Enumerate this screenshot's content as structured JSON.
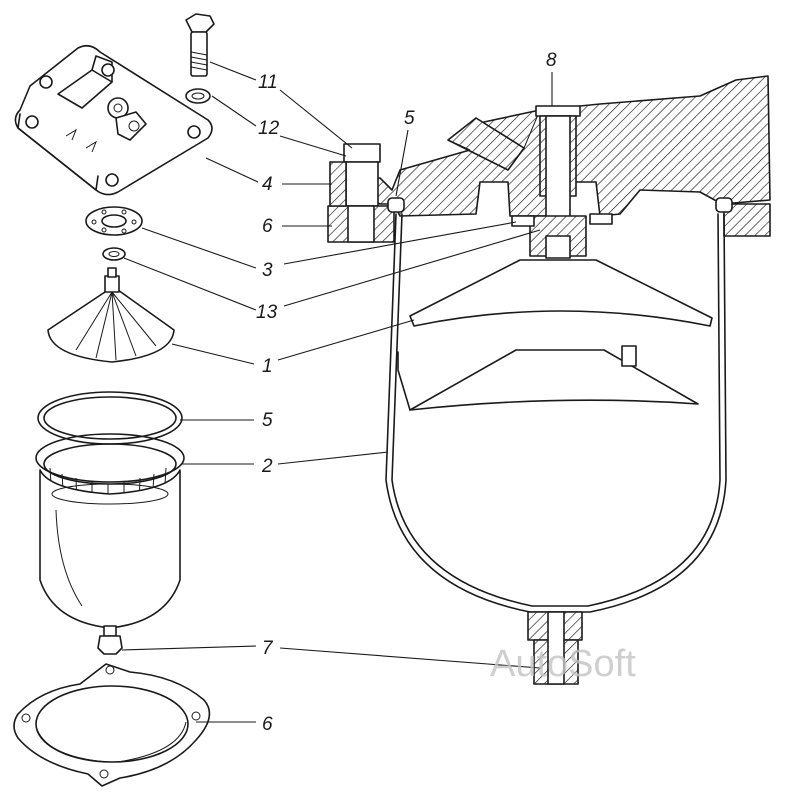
{
  "callouts": {
    "c11": "11",
    "c12": "12",
    "c4": "4",
    "c6_top": "6",
    "c3": "3",
    "c13": "13",
    "c1": "1",
    "c5_left": "5",
    "c2": "2",
    "c7": "7",
    "c6_bottom": "6",
    "c8": "8",
    "c5_section": "5"
  },
  "watermark": "AutoSoft"
}
